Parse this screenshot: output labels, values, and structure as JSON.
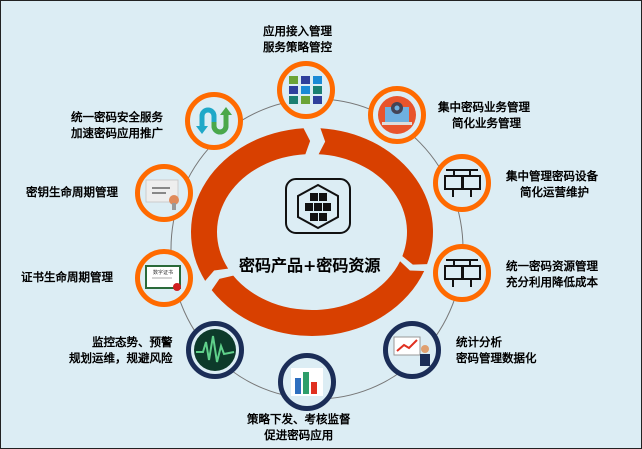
{
  "center": {
    "title": "密码产品+密码资源",
    "icon": "cube-cluster-icon"
  },
  "nodes": [
    {
      "lines": [
        "应用接入管理",
        "服务策略管控"
      ],
      "icon": "app-grid-icon"
    },
    {
      "lines": [
        "集中密码业务管理",
        "简化业务管理"
      ],
      "icon": "laptop-gear-icon"
    },
    {
      "lines": [
        "集中管理密码设备",
        "简化运营维护"
      ],
      "icon": "monitors-icon"
    },
    {
      "lines": [
        "统一密码资源管理",
        "充分利用降低成本"
      ],
      "icon": "monitors-icon"
    },
    {
      "lines": [
        "统计分析",
        "密码管理数据化"
      ],
      "icon": "presenter-chart-icon"
    },
    {
      "lines": [
        "策略下发、考核监督",
        "促进密码应用"
      ],
      "icon": "bar-chart-icon"
    },
    {
      "lines": [
        "监控态势、预警",
        "规划运维，规避风险"
      ],
      "icon": "monitor-wave-icon"
    },
    {
      "lines": [
        "证书生命周期管理"
      ],
      "icon": "certificate-icon",
      "cert_text": "数字证书"
    },
    {
      "lines": [
        "密钥生命周期管理"
      ],
      "icon": "key-document-icon"
    },
    {
      "lines": [
        "统一密码安全服务",
        "加速密码应用推广"
      ],
      "icon": "u-turn-arrows-icon"
    }
  ],
  "colors": {
    "ring": "#d84000",
    "node_orange": "#ff6a00",
    "node_navy": "#1b2d57",
    "background": "#dcedf4"
  }
}
